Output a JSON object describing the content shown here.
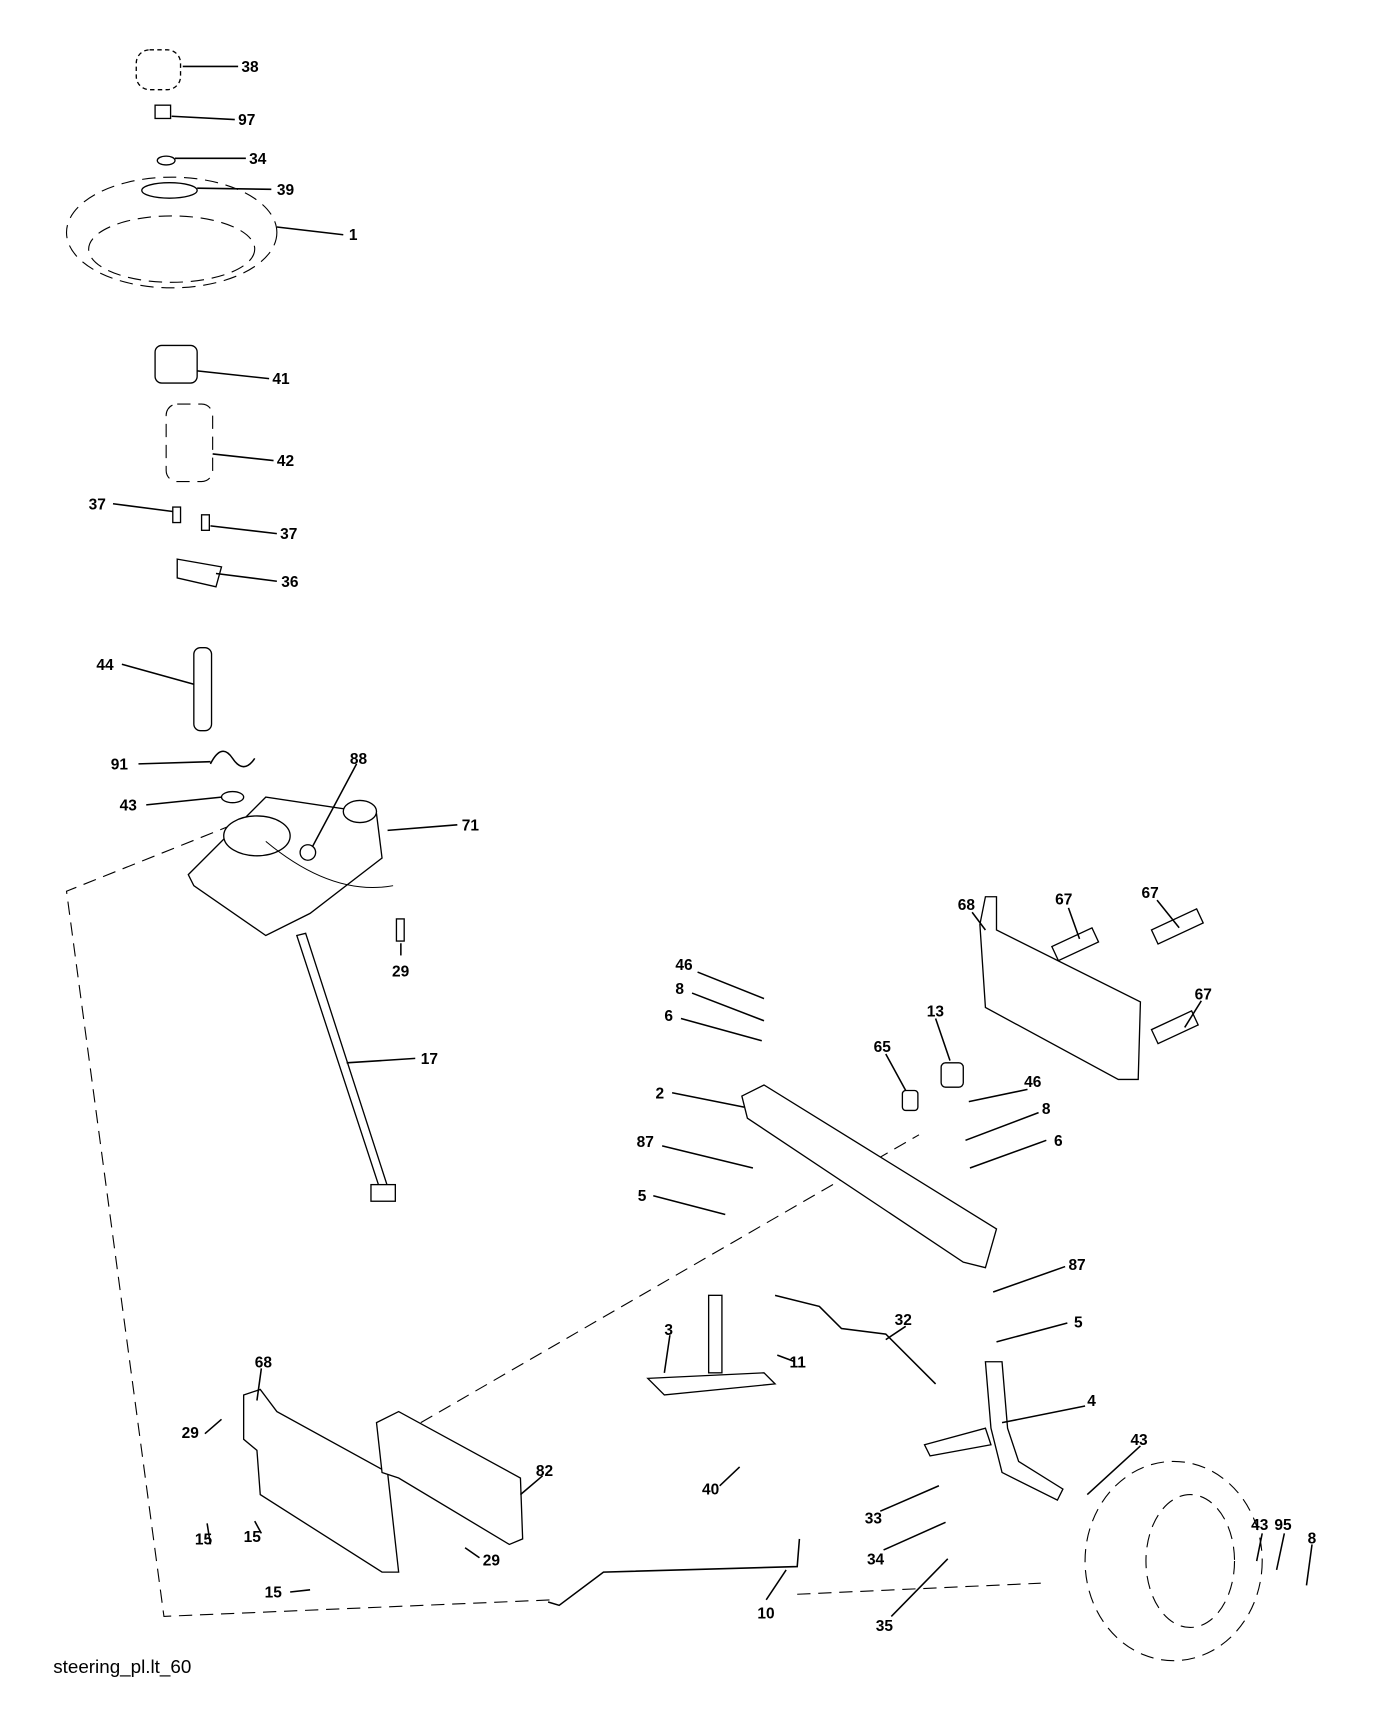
{
  "diagram": {
    "caption": "steering_pl.lt_60",
    "callouts": [
      "38",
      "97",
      "34",
      "39",
      "1",
      "41",
      "42",
      "37",
      "37",
      "36",
      "44",
      "91",
      "88",
      "43",
      "71",
      "29",
      "17",
      "46",
      "8",
      "6",
      "68",
      "67",
      "67",
      "67",
      "13",
      "65",
      "46",
      "8",
      "6",
      "2",
      "87",
      "5",
      "87",
      "5",
      "3",
      "32",
      "11",
      "4",
      "68",
      "29",
      "82",
      "43",
      "40",
      "15",
      "15",
      "29",
      "33",
      "34",
      "35",
      "43",
      "95",
      "8",
      "15",
      "10"
    ]
  }
}
